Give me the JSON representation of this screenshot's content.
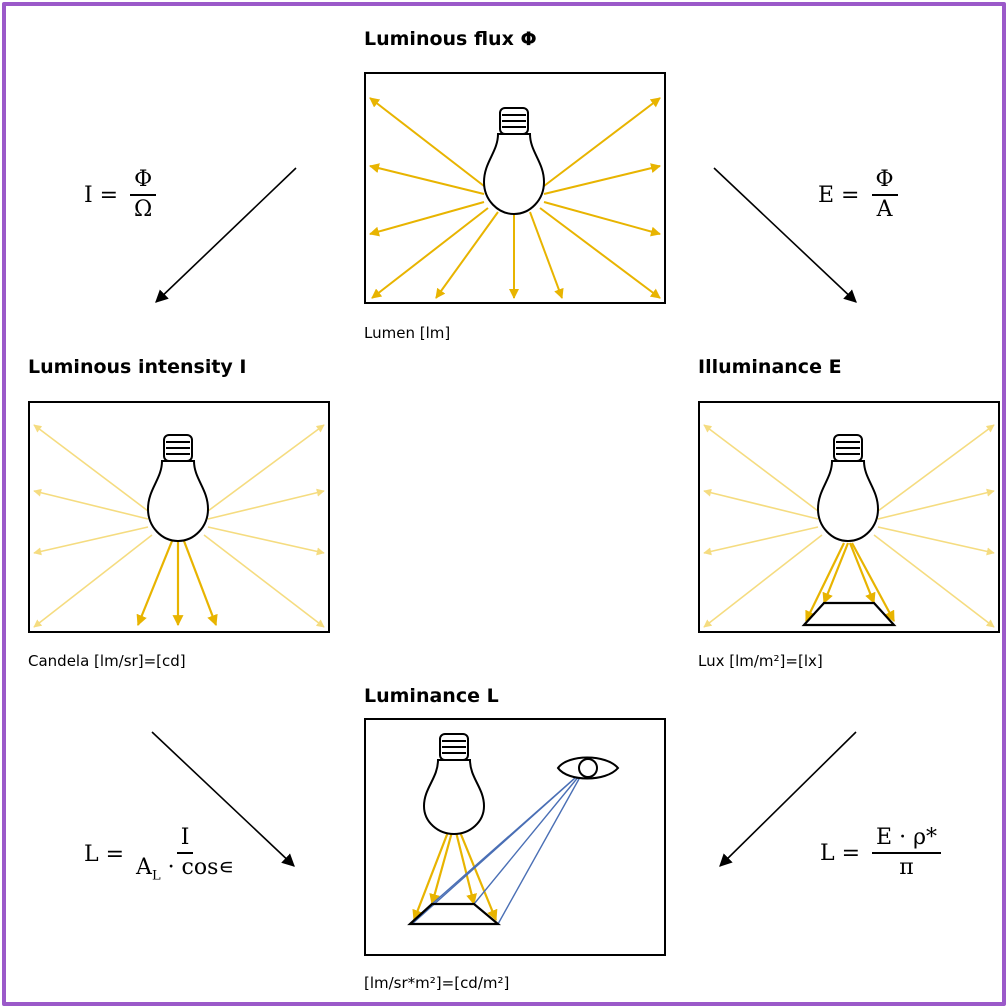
{
  "panels": {
    "flux": {
      "title": "Luminous flux Φ",
      "unit": "Lumen [lm]"
    },
    "intensity": {
      "title": "Luminous intensity I",
      "unit": "Candela [lm/sr]=[cd]"
    },
    "illuminance": {
      "title": "Illuminance E",
      "unit": "Lux [lm/m²]=[lx]"
    },
    "luminance": {
      "title": "Luminance L",
      "unit": "[lm/sr*m²]=[cd/m²]"
    }
  },
  "formulas": {
    "intensity": {
      "lhs": "I =",
      "num": "Φ",
      "den": "Ω"
    },
    "illuminance": {
      "lhs": "E =",
      "num": "Φ",
      "den": "A"
    },
    "luminance_left": {
      "lhs": "L =",
      "num": "I",
      "den": "A_L · cos∊"
    },
    "luminance_right": {
      "lhs": "L =",
      "num": "E · ρ*",
      "den": "π"
    }
  },
  "colors": {
    "frame": "#9b59c9",
    "ray_strong": "#e8b400",
    "ray_faint": "#f5dc80",
    "sight_line": "#4a6fb5",
    "outline": "#000000"
  }
}
